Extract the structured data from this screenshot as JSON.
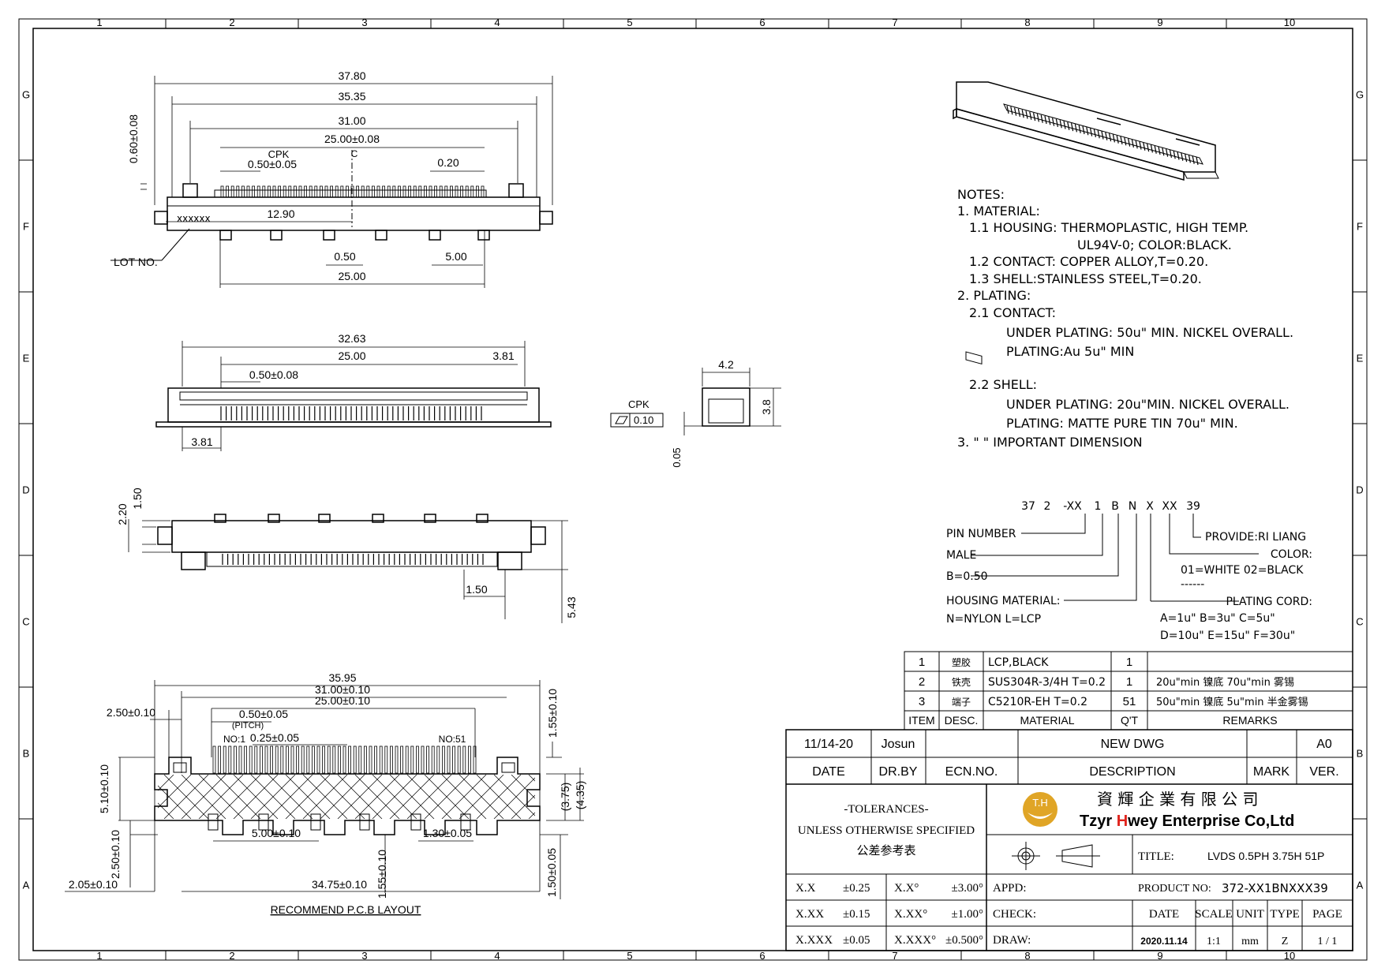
{
  "border": {
    "columns": [
      "1",
      "2",
      "3",
      "4",
      "5",
      "6",
      "7",
      "8",
      "9",
      "10"
    ],
    "rows": [
      "G",
      "F",
      "E",
      "D",
      "C",
      "B",
      "A"
    ]
  },
  "top_view": {
    "dims": {
      "d1": "37.80",
      "d2": "35.35",
      "d3": "31.00",
      "d4": "25.00±0.08",
      "cpk": "CPK",
      "cl": "C",
      "pitch": "0.50±0.05",
      "d020": "0.20",
      "vert": "0.60±0.08",
      "d1290": "12.90",
      "d050": "0.50",
      "d500": "5.00",
      "d2500": "25.00"
    },
    "mark": "xxxxxx",
    "lot": "LOT NO."
  },
  "front_view": {
    "dims": {
      "d3263": "32.63",
      "d2500": "25.00",
      "d381a": "3.81",
      "pitch": "0.50±0.08",
      "d381b": "3.81"
    }
  },
  "side_view": {
    "dims": {
      "w": "4.2",
      "h": "3.8",
      "cpk": "CPK",
      "flat": "0.10",
      "d005": "0.05"
    }
  },
  "bottom_view": {
    "dims": {
      "d220": "2.20",
      "d150a": "1.50",
      "d150b": "1.50",
      "d543": "5.43"
    }
  },
  "pcb": {
    "dims": {
      "d3595": "35.95",
      "d3100": "31.00±0.10",
      "d2500": "25.00±0.10",
      "d250": "2.50±0.10",
      "pitch": "0.50±0.05",
      "pitch_label": "(PITCH)",
      "d025": "0.25±0.05",
      "no1": "NO:1",
      "no51": "NO:51",
      "d155a": "1.55±0.10",
      "d510": "5.10±0.10",
      "d375": "(3.75)",
      "d435": "(4.35)",
      "d250b": "2.50±0.10",
      "d500": "5.00±0.10",
      "d130": "1.30±0.05",
      "d205": "2.05±0.10",
      "d3475": "34.75±0.10",
      "d155b": "1.55±0.10",
      "d150": "1.50±0.05"
    },
    "caption": "RECOMMEND P.C.B LAYOUT"
  },
  "notes": [
    "NOTES:",
    "1.  MATERIAL:",
    "1.1  HOUSING:  THERMOPLASTIC,  HIGH  TEMP.",
    "UL94V-0;  COLOR:BLACK.",
    "1.2  CONTACT:  COPPER  ALLOY,T=0.20.",
    "1.3  SHELL:STAINLESS  STEEL,T=0.20.",
    "2.  PLATING:",
    "2.1  CONTACT:",
    "UNDER  PLATING:  50u\"  MIN.  NICKEL  OVERALL.",
    "PLATING:Au  5u\"  MIN",
    "2.2  SHELL:",
    "UNDER  PLATING:  20u\"MIN.  NICKEL  OVERALL.",
    "PLATING:  MATTE  PURE  TIN  70u\"  MIN.",
    "3.  \"    \"  IMPORTANT  DIMENSION"
  ],
  "part_number": {
    "segments": [
      "37",
      "2",
      "-XX",
      "1",
      "B",
      "N",
      "X",
      "XX",
      "39"
    ],
    "pin_number": "PIN  NUMBER",
    "male": "MALE",
    "pitch": "B=0.50",
    "housing": "HOUSING  MATERIAL:",
    "housing_opts": "N=NYLON       L=LCP",
    "provide": "PROVIDE:RI  LIANG",
    "color": "COLOR:",
    "color_opts": "01=WHITE  02=BLACK",
    "color_dash": "------",
    "plating": "PLATING  CORD:",
    "plating_opts1": "A=1u\"   B=3u\"   C=5u\"",
    "plating_opts2": "D=10u\"  E=15u\"  F=30u\""
  },
  "bom": {
    "rows": [
      {
        "item": "1",
        "desc": "塑胶",
        "material": "LCP,BLACK",
        "qty": "1",
        "remarks": ""
      },
      {
        "item": "2",
        "desc": "铁壳",
        "material": "SUS304R-3/4H  T=0.2",
        "qty": "1",
        "remarks": "20u\"min  镍底   70u\"min  雾锡"
      },
      {
        "item": "3",
        "desc": "端子",
        "material": "C5210R-EH  T=0.2",
        "qty": "51",
        "remarks": "50u\"min  镍底    5u\"min  半金雾锡"
      }
    ],
    "header": {
      "item": "ITEM",
      "desc": "DESC.",
      "material": "MATERIAL",
      "qty": "Q'T",
      "remarks": "REMARKS"
    }
  },
  "title_block": {
    "date_val": "11/14-20",
    "drby_val": "Josun",
    "desc_val": "NEW  DWG",
    "ver_val": "A0",
    "date_h": "DATE",
    "drby_h": "DR.BY",
    "ecn_h": "ECN.NO.",
    "desc_h": "DESCRIPTION",
    "mark_h": "MARK",
    "ver_h": "VER.",
    "tol1": "-TOLERANCES-",
    "tol2": "UNLESS OTHERWISE SPECIFIED",
    "tol3": "公差参考表",
    "company_cn": "資 輝 企 業 有 限 公 司",
    "company_en_1": "Tzyr ",
    "company_en_h": "H",
    "company_en_2": "wey Enterprise Co,Ltd",
    "logo": "T.H",
    "title_h": "TITLE:",
    "title_val": "LVDS  0.5PH  3.75H  51P",
    "prod_h": "PRODUCT NO:",
    "prod_val": "372-XX1BNXXX39",
    "appd": "APPD:",
    "check": "CHECK:",
    "draw": "DRAW:",
    "tol_rows": [
      [
        "X.X",
        "±0.25",
        "X.X°",
        "±3.00°"
      ],
      [
        "X.XX",
        "±0.15",
        "X.XX°",
        "±1.00°"
      ],
      [
        "X.XXX",
        "±0.05",
        "X.XXX°",
        "±0.500°"
      ]
    ],
    "hdr": [
      "DATE",
      "SCALE",
      "UNIT",
      "TYPE",
      "PAGE"
    ],
    "vals": [
      "2020.11.14",
      "1:1",
      "mm",
      "Z",
      "1 / 1"
    ]
  },
  "colors": {
    "logo_gold": "#E0A526",
    "logo_leaf": "#D48F1A",
    "red_h": "#E0231C"
  }
}
